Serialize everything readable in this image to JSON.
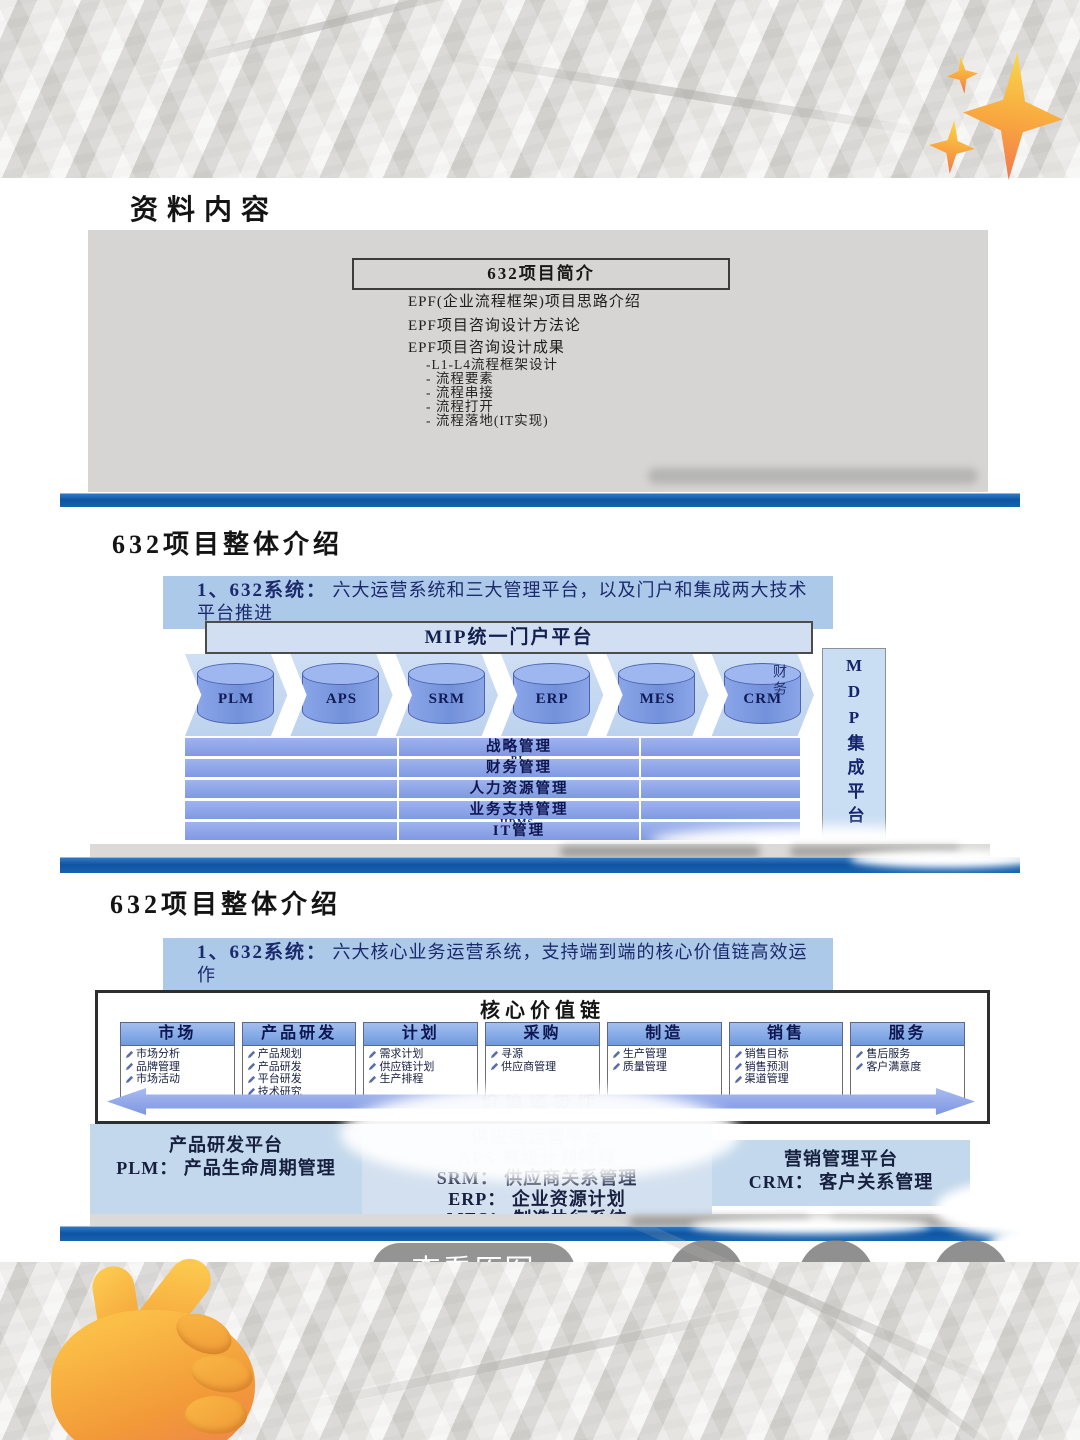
{
  "colors": {
    "footer_bar_blue": "#1563ae",
    "banner_blue": "#adc9e9",
    "cylinder_blue": "#7f9de5",
    "row_blue": "#8ea9e9",
    "platform_blue": "#c3d8ec",
    "navy_text": "#13204f",
    "emoji_orange": "#f6a93d"
  },
  "slide1": {
    "title": "资料内容",
    "intro_box_label": "632项目简介",
    "line1": "EPF(企业流程框架)项目思路介绍",
    "line2": "EPF项目咨询设计方法论",
    "line3": "EPF项目咨询设计成果",
    "sub_items": [
      "-L1-L4流程框架设计",
      "- 流程要素",
      "- 流程串接",
      "- 流程打开",
      "- 流程落地(IT实现)"
    ]
  },
  "slide2": {
    "title": "632项目整体介绍",
    "banner_prefix": "1、632系统：",
    "banner_text": "六大运营系统和三大管理平台，以及门户和集成两大技术平台推进",
    "portal_label": "MIP统一门户平台",
    "systems": [
      "PLM",
      "APS",
      "SRM",
      "ERP",
      "MES",
      "CRM"
    ],
    "chevron_side_text": "财务",
    "mdp_label": "MDP集成平台",
    "rows": [
      {
        "label": "战略管理",
        "sub": "BI"
      },
      {
        "label": "财务管理",
        "sub": ""
      },
      {
        "label": "人力资源管理",
        "sub": ""
      },
      {
        "label": "业务支持管理",
        "sub": "HRMS"
      },
      {
        "label": "IT管理",
        "sub": ""
      }
    ]
  },
  "slide3": {
    "title": "632项目整体介绍",
    "banner_prefix": "1、632系统：",
    "banner_text": "六大核心业务运营系统，支持端到端的核心价值链高效运作",
    "chain_title": "核心价值链",
    "columns": [
      {
        "header": "市场",
        "items": [
          "市场分析",
          "品牌管理",
          "市场活动"
        ]
      },
      {
        "header": "产品研发",
        "items": [
          "产品规划",
          "产品研发",
          "平台研发",
          "技术研究"
        ]
      },
      {
        "header": "计划",
        "items": [
          "需求计划",
          "供应链计划",
          "生产排程"
        ]
      },
      {
        "header": "采购",
        "items": [
          "寻源",
          "供应商管理"
        ]
      },
      {
        "header": "制造",
        "items": [
          "生产管理",
          "质量管理"
        ]
      },
      {
        "header": "销售",
        "items": [
          "销售目标",
          "销售预测",
          "渠道管理"
        ]
      },
      {
        "header": "服务",
        "items": [
          "售后服务",
          "客户满意度"
        ]
      }
    ],
    "collab_label": "价值链协作",
    "platform_left": {
      "line1": "产品研发平台",
      "line2": "PLM： 产品生命周期管理"
    },
    "platform_mid": {
      "faint1": "供应链运营平台",
      "faint2": "APS:高级计划排程",
      "line1": "SRM： 供应商关系管理",
      "line2": "ERP： 企业资源计划",
      "line3": "MES： 制造执行系统"
    },
    "platform_right": {
      "line1": "营销管理平台",
      "line2": "CRM： 客户关系管理"
    }
  },
  "viewer": {
    "view_original_label": "查看原图"
  }
}
